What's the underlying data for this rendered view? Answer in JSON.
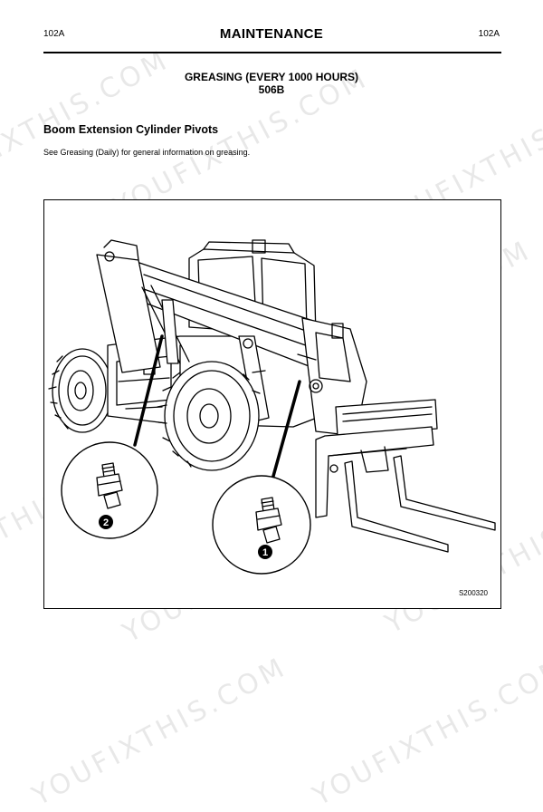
{
  "header": {
    "page_code_left": "102A",
    "page_code_right": "102A",
    "title": "MAINTENANCE"
  },
  "section": {
    "title": "GREASING (EVERY 1000 HOURS)",
    "model": "506B"
  },
  "content": {
    "heading": "Boom Extension Cylinder Pivots",
    "text": "See Greasing (Daily) for general information on greasing."
  },
  "figure": {
    "reference": "S200320",
    "callouts": [
      {
        "label": "2"
      },
      {
        "label": "1"
      }
    ]
  },
  "watermark": {
    "text": "YOUFIXTHIS.COM"
  }
}
